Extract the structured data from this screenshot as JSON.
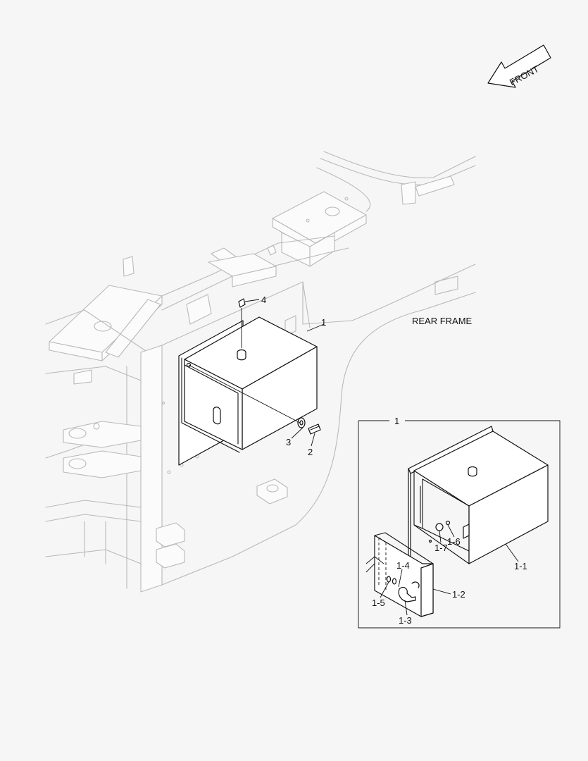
{
  "direction_arrow": {
    "label": "FRONT"
  },
  "frame_label": "REAR FRAME",
  "callouts": {
    "toolbox": "1",
    "bolt": "2",
    "washer": "3",
    "grease_nipple": "4"
  },
  "detail_view": {
    "title": "1",
    "callouts": {
      "box_body": "1-1",
      "door": "1-2",
      "lock": "1-3",
      "lock_part_a": "1-4",
      "lock_part_b": "1-5",
      "catch": "1-6",
      "catch_cap": "1-7"
    }
  }
}
